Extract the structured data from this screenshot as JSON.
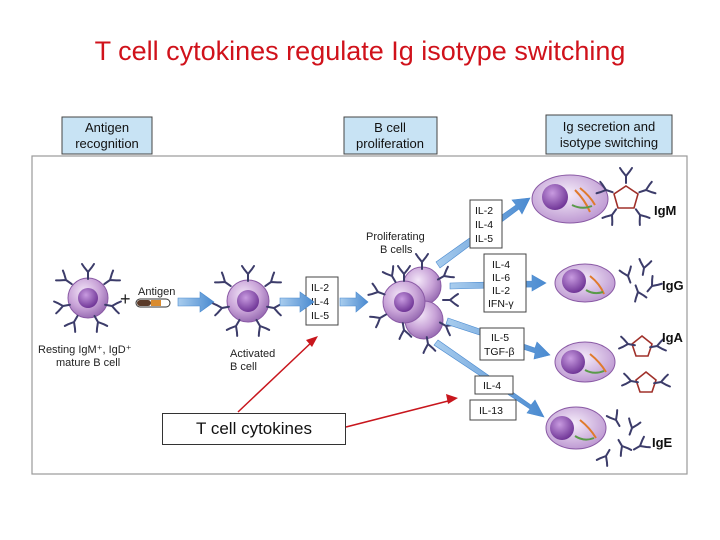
{
  "title": "T cell cytokines regulate Ig isotype switching",
  "headers": {
    "antigen_recognition": [
      "Antigen",
      "recognition"
    ],
    "b_cell_proliferation": [
      "B cell",
      "proliferation"
    ],
    "ig_secretion": [
      "Ig secretion and",
      "isotype switching"
    ]
  },
  "labels": {
    "antigen": "Antigen",
    "plus": "+",
    "resting_cell": [
      "Resting IgM⁺, IgD⁺",
      "mature B cell"
    ],
    "activated_cell": [
      "Activated",
      "B cell"
    ],
    "proliferating_cells": [
      "Proliferating",
      "B cells"
    ]
  },
  "cytokine_boxes": {
    "activation": [
      "IL-2",
      "IL-4",
      "IL-5"
    ],
    "igm": [
      "IL-2",
      "IL-4",
      "IL-5"
    ],
    "igg": [
      "IL-4",
      "IL-6",
      "IL-2",
      "IFN-γ"
    ],
    "iga": [
      "IL-5",
      "TGF-β"
    ],
    "ige_a": [
      "IL-4"
    ],
    "ige_b": [
      "IL-13"
    ]
  },
  "isotypes": {
    "igm": "IgM",
    "igg": "IgG",
    "iga": "IgA",
    "ige": "IgE"
  },
  "callout": "T cell cytokines",
  "colors": {
    "title": "#d0121b",
    "header_box": "#c8e3f4",
    "arrow_blue": "#5b9bd5",
    "callout_arrow": "#c8161d",
    "cell_fill": "#c9a4d8",
    "nucleus": "#7e3fa6",
    "antibody": "#3c3c6a"
  }
}
